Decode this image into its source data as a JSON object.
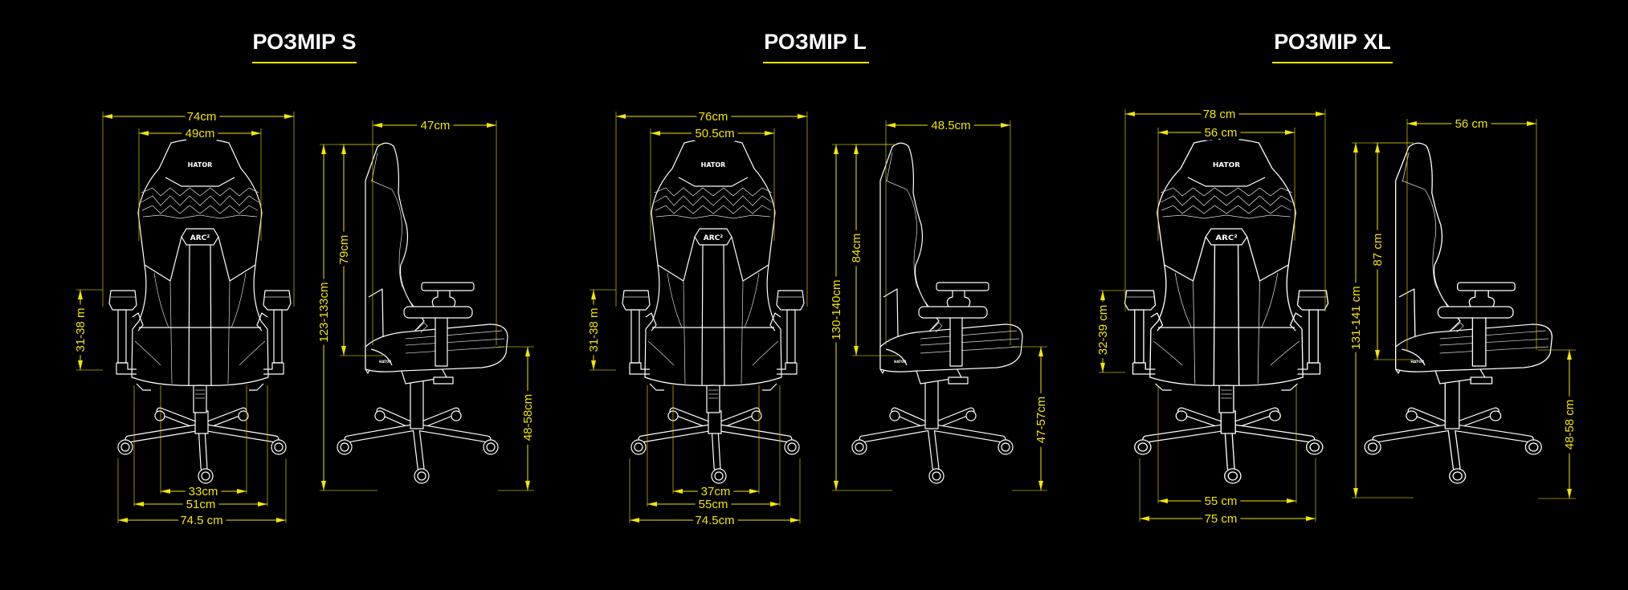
{
  "logos": {
    "brand": "HATOR",
    "series": "ARC",
    "series_sup": "²"
  },
  "colors": {
    "accent": "#f2e600",
    "line": "#ffffff",
    "background": "#000000"
  },
  "panels": [
    {
      "title": "РОЗМІР S",
      "dims": [
        "74cm",
        "49cm",
        "31-38  m",
        "33cm",
        "51cm",
        "74.5 cm",
        "47cm",
        "123-133cm",
        "79cm",
        "48-58cm"
      ]
    },
    {
      "title": "РОЗМІР L",
      "dims": [
        "76cm",
        "50.5cm",
        "31-38  m",
        "37cm",
        "55cm",
        "74.5cm",
        "48.5cm",
        "130-140cm",
        "84cm",
        "47-57cm"
      ]
    },
    {
      "title": "РОЗМІР XL",
      "dims": [
        "78 cm",
        "56 cm",
        "32-39 cm",
        "55 cm",
        "75 cm",
        "56 cm",
        "131-141 cm",
        "87 cm",
        "48-58 cm"
      ]
    }
  ]
}
